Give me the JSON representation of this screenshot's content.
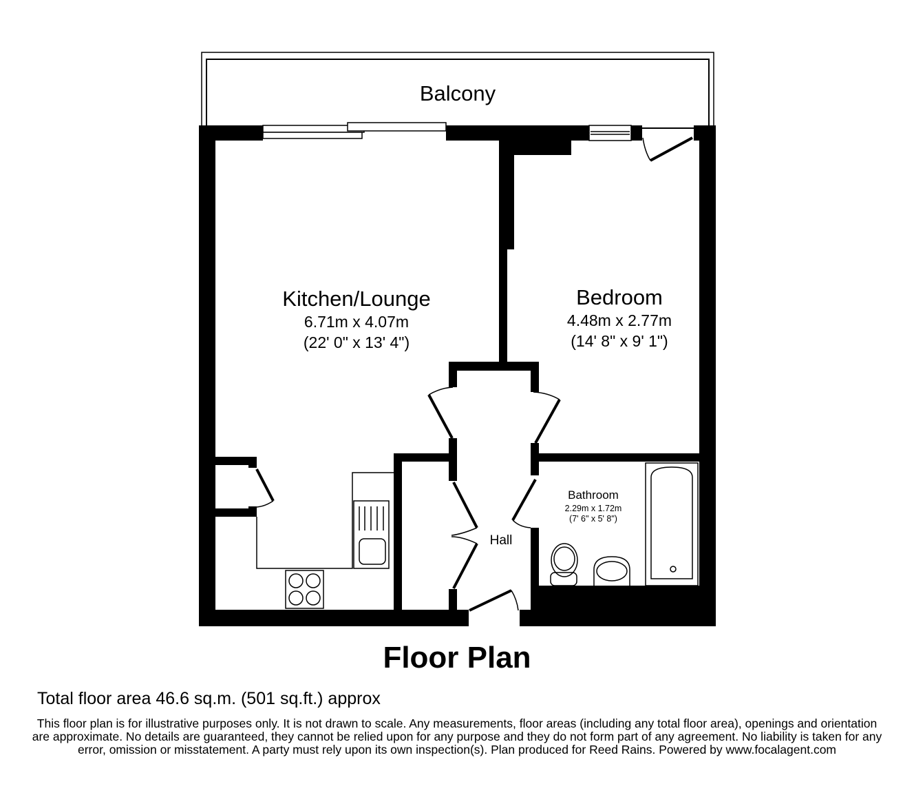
{
  "plan": {
    "rooms": {
      "balcony": {
        "name": "Balcony"
      },
      "kitchen_lounge": {
        "name": "Kitchen/Lounge",
        "metric": "6.71m x 4.07m",
        "imperial": "(22' 0\" x 13' 4\")"
      },
      "bedroom": {
        "name": "Bedroom",
        "metric": "4.48m x 2.77m",
        "imperial": "(14' 8\" x 9' 1\")"
      },
      "bathroom": {
        "name": "Bathroom",
        "metric": "2.29m x 1.72m",
        "imperial": "(7' 6\" x 5' 8\")"
      },
      "hall": {
        "name": "Hall"
      }
    },
    "fixtures": [
      "sliding-door",
      "window",
      "hob",
      "sink",
      "bath",
      "toilet",
      "basin"
    ],
    "colors": {
      "wall": "#000000",
      "background": "#ffffff",
      "line": "#000000"
    }
  },
  "footer": {
    "title": "Floor Plan",
    "total_area": "Total floor area 46.6 sq.m. (501 sq.ft.) approx",
    "disclaimer": "This floor plan is for illustrative purposes only. It is not drawn to scale. Any measurements, floor areas (including any total floor area), openings and orientation are approximate. No details are guaranteed, they cannot be relied upon for any purpose and they do not form part of any agreement. No liability is taken for any error, omission or misstatement. A party must rely upon its own inspection(s). Plan produced for Reed Rains. Powered by www.focalagent.com"
  }
}
